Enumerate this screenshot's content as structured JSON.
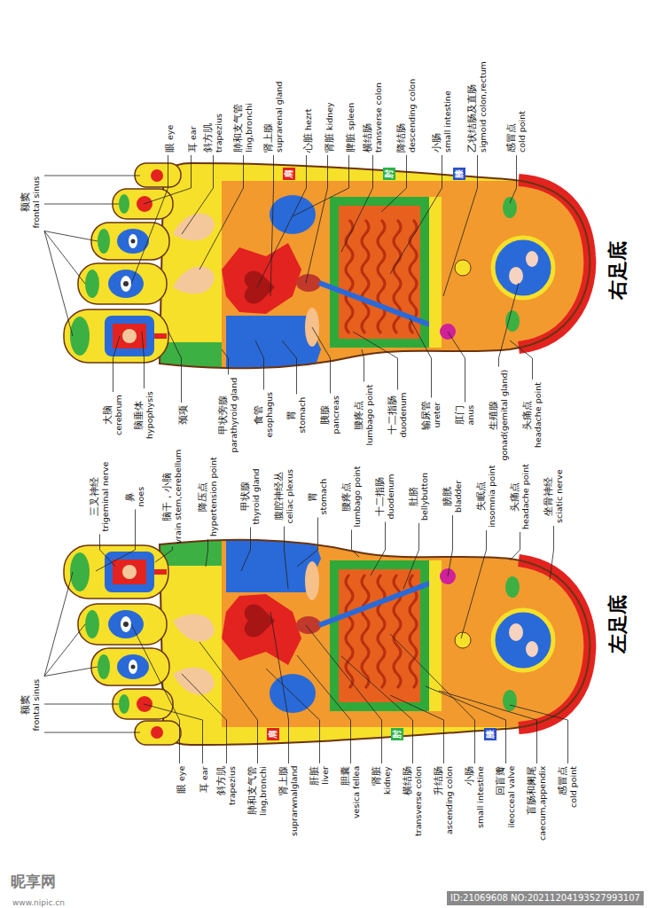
{
  "diagram": {
    "labels": [
      "额窦",
      "frontal sinus",
      "眼",
      "eye",
      "耳",
      "ear",
      "斜方肌",
      "trapezius",
      "肺和支气管",
      "ling,bronchi",
      "肾上腺",
      "suprarenal gland",
      "心脏",
      "hezrt",
      "肾脏",
      "kidney",
      "脾脏",
      "spleen",
      "横结肠",
      "transverse colon",
      "降结肠",
      "descending colon",
      "小肠",
      "small intestine",
      "乙状结肠及直肠",
      "sigmoid colon,rectum",
      "感冒点",
      "cold point",
      "肩",
      "肘",
      "膝",
      "三叉神经",
      "trigeminal nerve",
      "大脑",
      "cerebrum",
      "鼻",
      "noes",
      "脑垂体",
      "hypophysis",
      "脑干，小脑",
      "vrain stem,cerebellum",
      "颈项",
      "降压点",
      "hypertension point",
      "甲状旁腺",
      "parathyroid gland",
      "甲状腺",
      "thyroid gland",
      "食管",
      "esophagus",
      "腹腔神经丛",
      "celiac plexus",
      "胃",
      "stomach",
      "胃",
      "stomach",
      "胰腺",
      "pancreas",
      "腰疼点",
      "lumbago point",
      "腰疼点",
      "lumbago point",
      "十二指肠",
      "duodenum",
      "十二指肠",
      "duodenum",
      "肚脐",
      "bellybutton",
      "输尿管",
      "ureter",
      "膀胱",
      "bladder",
      "肛门",
      "anus",
      "失眠点",
      "insomnia point",
      "生殖腺",
      "gonad(gemital gland)",
      "头痛点",
      "headache point",
      "头痛点",
      "headache point",
      "坐骨神经",
      "sciatic nerve",
      "额窦",
      "frontal sinus",
      "眼",
      "eye",
      "耳",
      "ear",
      "斜方肌",
      "trapezius",
      "肺和支气管",
      "ling,bronchi",
      "肾上腺",
      "suprarwnalgland",
      "肝脏",
      "liver",
      "胆囊",
      "vesica fellea",
      "肾脏",
      "kidney",
      "横结肠",
      "transverse colon",
      "升结肠",
      "ascending colon",
      "小肠",
      "small intestine",
      "回盲瓣",
      "ileocceal valve",
      "盲肠和阑尾",
      "caecum,appendix",
      "感冒点",
      "cold point",
      "肩",
      "肘",
      "膝",
      "右足底",
      "左足底",
      "昵享网",
      "www.nipic.cn",
      "ID:21069608 NO:20211204193527993107"
    ]
  }
}
